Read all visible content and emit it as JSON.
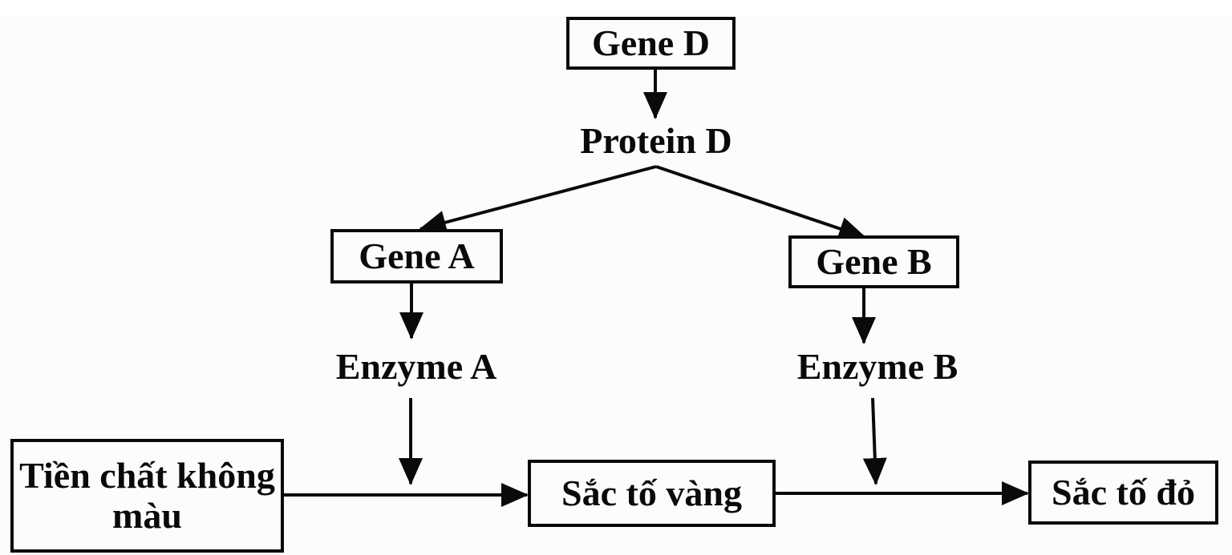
{
  "diagram": {
    "type": "flowchart",
    "title": "",
    "nodes": {
      "gene_d": {
        "label": "Gene D",
        "shape": "box"
      },
      "protein_d": {
        "label": "Protein D",
        "shape": "text"
      },
      "gene_a": {
        "label": "Gene A",
        "shape": "box"
      },
      "gene_b": {
        "label": "Gene B",
        "shape": "box"
      },
      "enzyme_a": {
        "label": "Enzyme A",
        "shape": "text"
      },
      "enzyme_b": {
        "label": "Enzyme B",
        "shape": "text"
      },
      "precursor": {
        "label": "Tiền chất không màu",
        "shape": "box"
      },
      "yellow_pigment": {
        "label": "Sắc tố vàng",
        "shape": "box"
      },
      "red_pigment": {
        "label": "Sắc tố đỏ",
        "shape": "box"
      }
    },
    "edges": [
      {
        "from": "gene_d",
        "to": "protein_d"
      },
      {
        "from": "protein_d",
        "to": "gene_a"
      },
      {
        "from": "protein_d",
        "to": "gene_b"
      },
      {
        "from": "gene_a",
        "to": "enzyme_a"
      },
      {
        "from": "gene_b",
        "to": "enzyme_b"
      },
      {
        "from": "precursor",
        "to": "yellow_pigment",
        "catalyzed_by": "enzyme_a"
      },
      {
        "from": "yellow_pigment",
        "to": "red_pigment",
        "catalyzed_by": "enzyme_b"
      },
      {
        "from": "enzyme_a",
        "to": "precursor->yellow_pigment"
      },
      {
        "from": "enzyme_b",
        "to": "yellow_pigment->red_pigment"
      }
    ],
    "colors": {
      "ink": "#0a0a0a",
      "background": "#fcfcfc"
    }
  }
}
